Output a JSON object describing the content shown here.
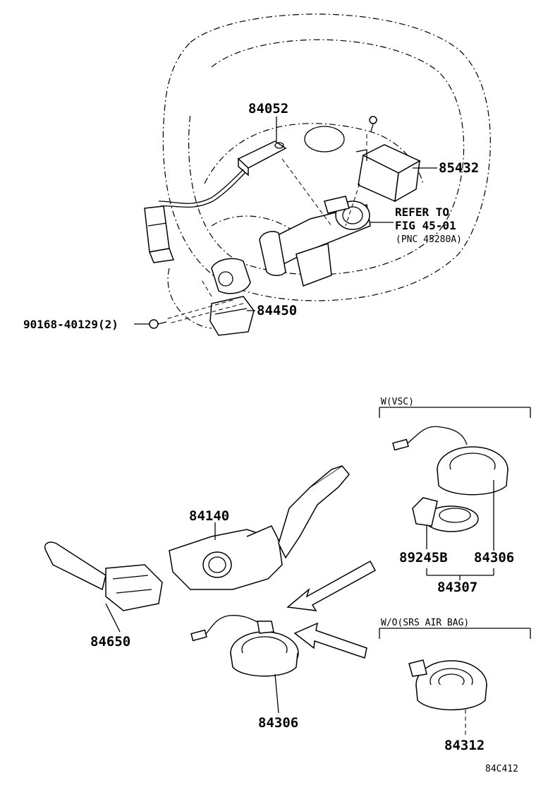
{
  "labels": {
    "p84052": "84052",
    "p85432": "85432",
    "refer_line1": "REFER TO",
    "refer_line2": "FIG 45-01",
    "refer_line3": "(PNC 45280A)",
    "p84450": "84450",
    "p90168": "90168-40129(2)",
    "p84140": "84140",
    "p84650": "84650",
    "p84306_main": "84306",
    "w_vsc": "W(VSC)",
    "p89245b": "89245B",
    "p84306_vsc": "84306",
    "p84307": "84307",
    "wo_srs": "W/O(SRS AIR BAG)",
    "p84312": "84312",
    "drawing_code": "84C412"
  }
}
